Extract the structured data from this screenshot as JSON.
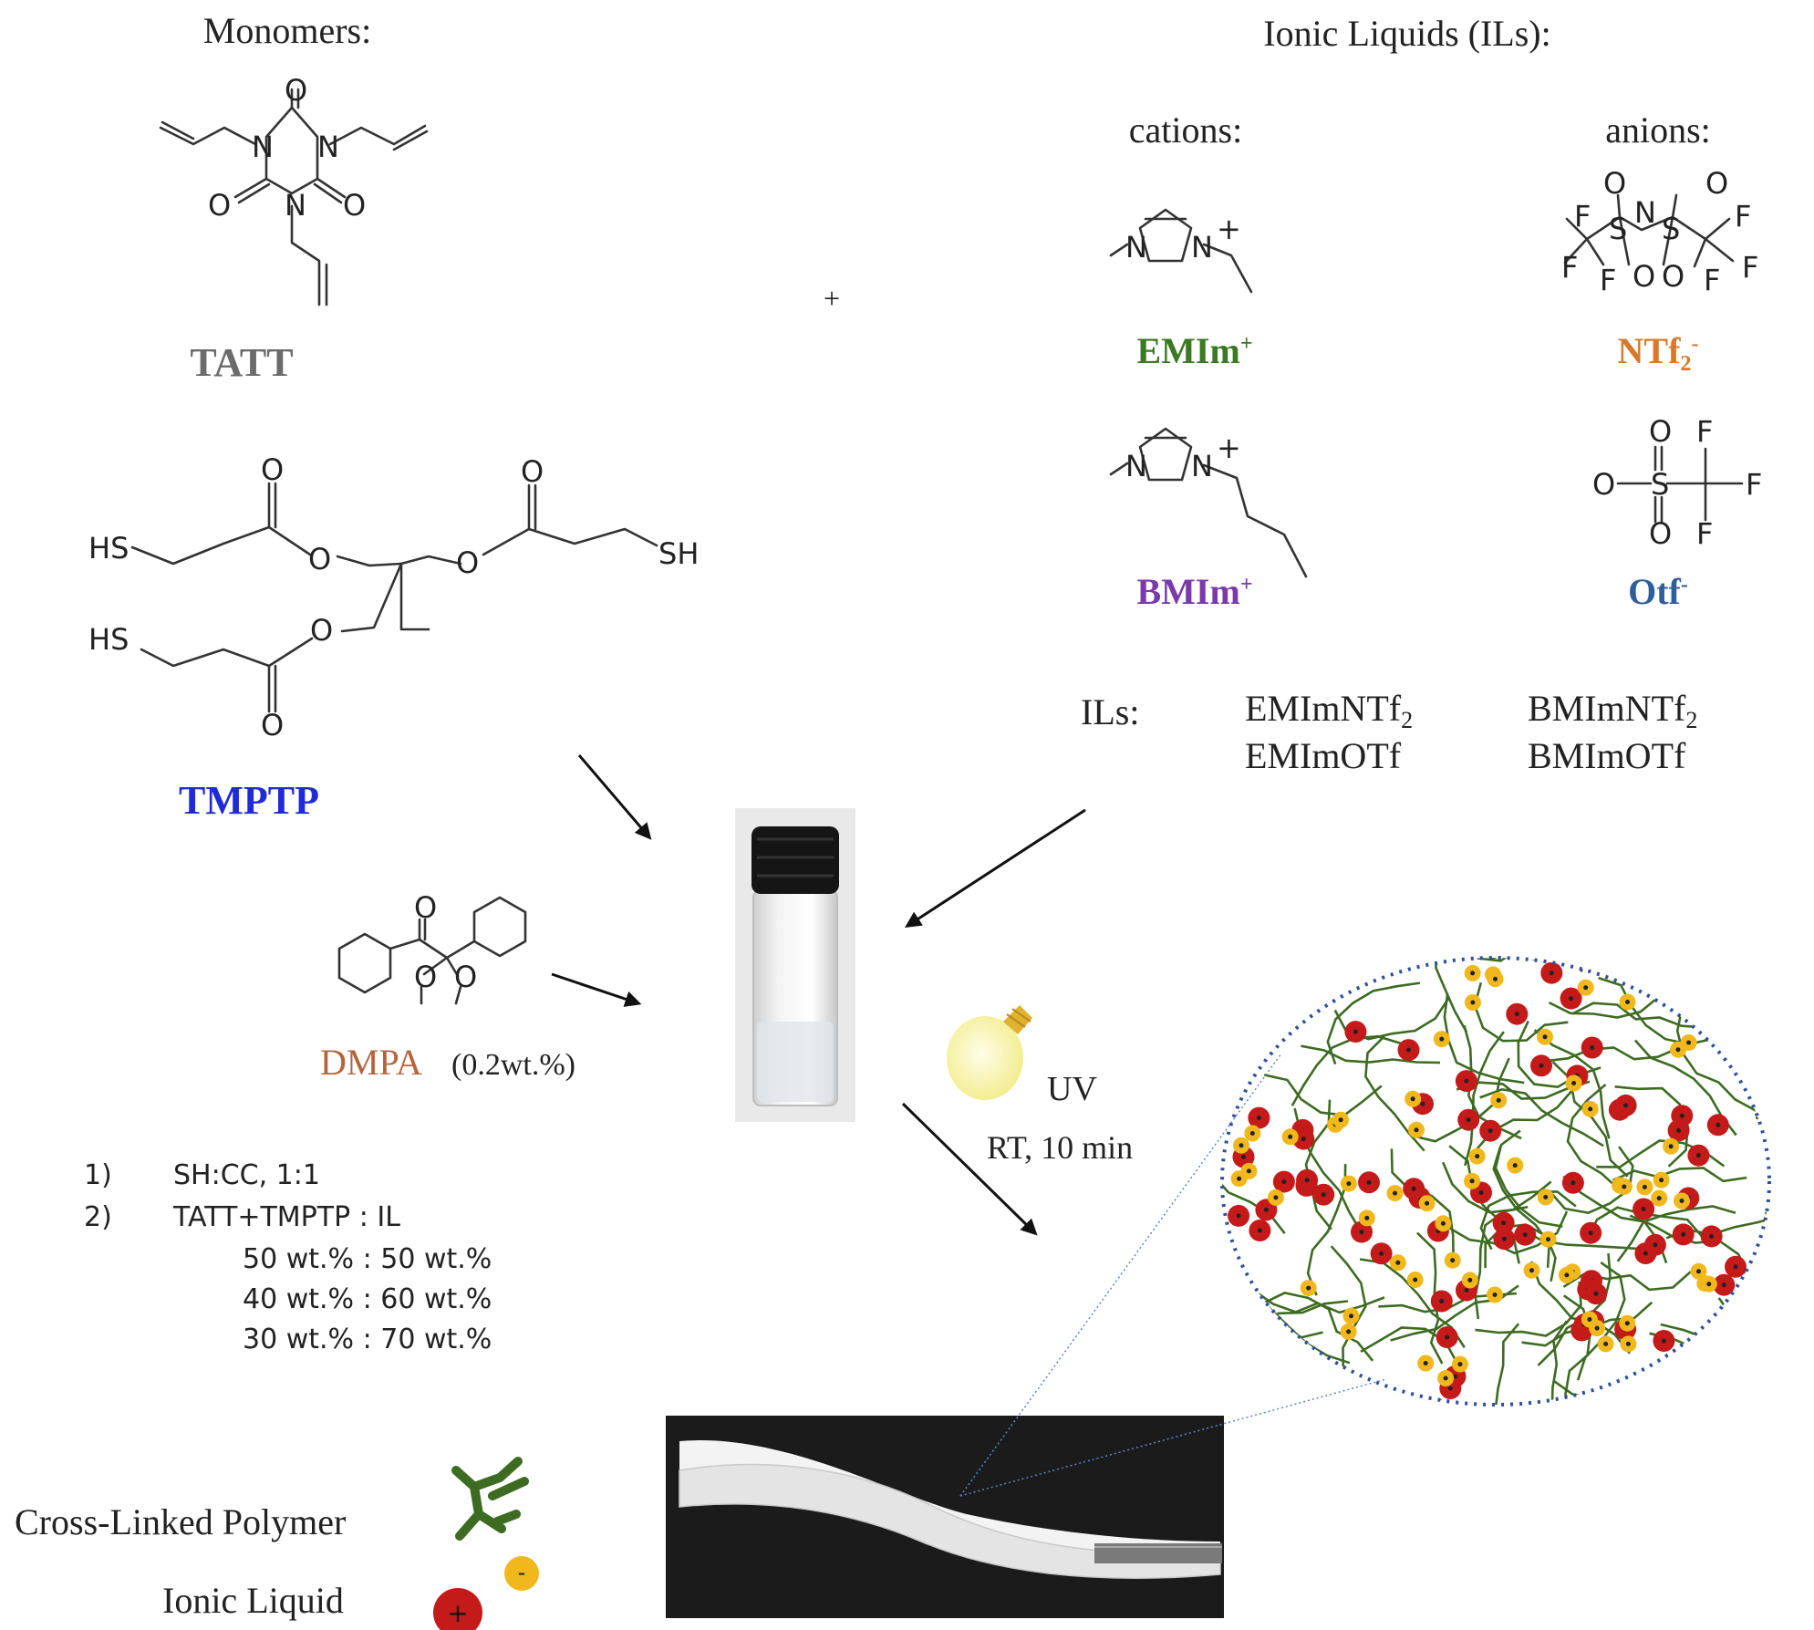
{
  "headings": {
    "monomers": "Monomers:",
    "ionic_liquids": "Ionic Liquids (ILs):",
    "cations": "cations:",
    "anions": "anions:",
    "plus": "+"
  },
  "compounds": {
    "tatt": "TATT",
    "tmptp": "TMPTP",
    "dmpa": "DMPA",
    "dmpa_amount": "(0.2wt.%)",
    "emim": "EMIm",
    "emim_charge": "+",
    "bmim": "BMIm",
    "bmim_charge": "+",
    "ntf2": "NTf",
    "ntf2_sub": "2",
    "ntf2_charge": "-",
    "otf": "Otf",
    "otf_charge": "-"
  },
  "ils": {
    "label": "ILs:",
    "emim_ntf2": "EMImNTf",
    "bmim_ntf2": "BMImNTf",
    "sub2": "2",
    "emim_otf": "EMImOTf",
    "bmim_otf": "BMImOTf"
  },
  "conditions": {
    "uv": "UV",
    "rt": "RT, 10 min"
  },
  "ratios": [
    {
      "num": "1)",
      "text": "SH:CC, 1:1"
    },
    {
      "num": "2)",
      "text": "TATT+TMPTP : IL"
    },
    {
      "num": "",
      "text": "50 wt.% : 50 wt.%"
    },
    {
      "num": "",
      "text": "40 wt.% : 60 wt.%"
    },
    {
      "num": "",
      "text": "30 wt.% : 70 wt.%"
    }
  ],
  "legend": {
    "polymer": "Cross-Linked Polymer",
    "ionic_liquid": "Ionic Liquid",
    "plus_sign": "+",
    "minus_sign": "-"
  },
  "atoms": {
    "O": "O",
    "N": "N",
    "HS": "HS",
    "SH": "SH",
    "S": "S",
    "F": "F",
    "Nminus": "N",
    "Ominus": "O"
  },
  "colors": {
    "tatt": "#6b6b6b",
    "tmptp": "#1f2bd6",
    "dmpa": "#b4643c",
    "emim": "#3a7a23",
    "bmim": "#7a3aa8",
    "ntf2": "#d9782a",
    "otf": "#2f5f9a",
    "polymer": "#3d6b22",
    "cation": "#c41a1a",
    "anion": "#f0b81c",
    "dots": "#2d4f9c"
  }
}
